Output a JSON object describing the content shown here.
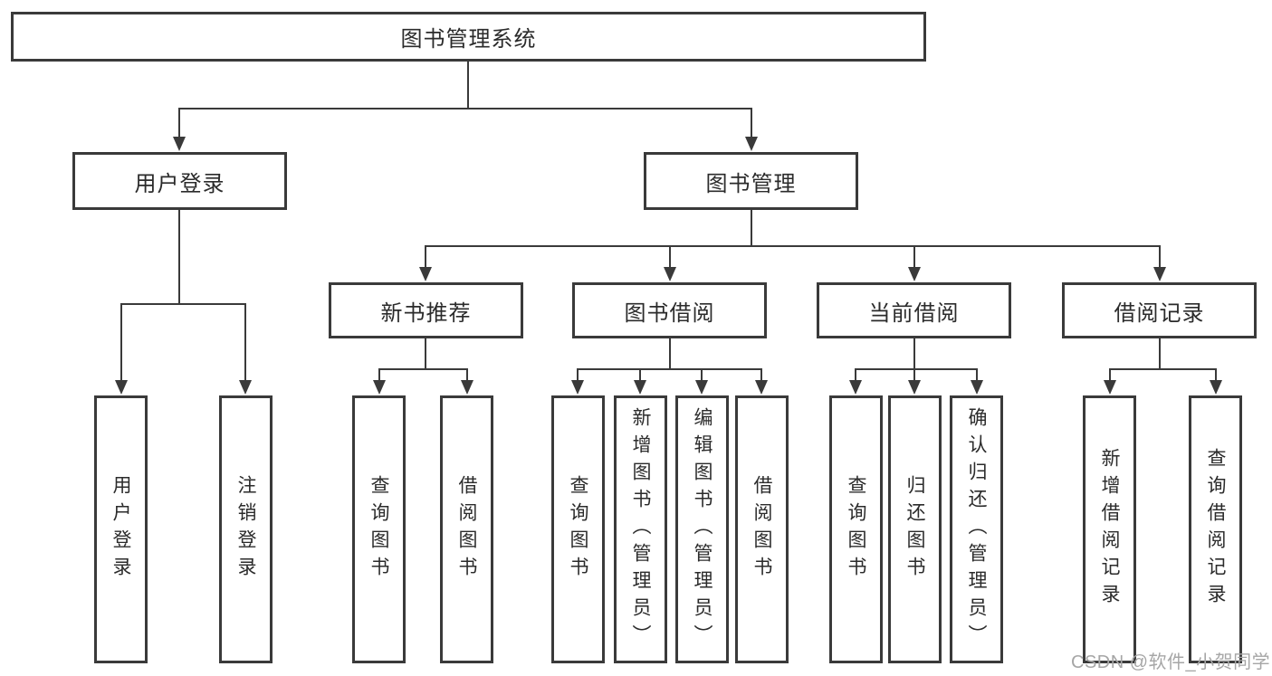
{
  "watermark": "CSDN @软件_小贺同学",
  "colors": {
    "box_border": "#3a3a3a",
    "connector_line": "#3a3a3a",
    "text": "#2b2b2b",
    "watermark_gray": "#a6a6a6",
    "background": "#ffffff"
  },
  "diagram": {
    "type": "hierarchy-tree",
    "root": {
      "label": "图书管理系统"
    },
    "branches": [
      {
        "label": "用户登录",
        "children": [
          {
            "label": "用户登录"
          },
          {
            "label": "注销登录"
          }
        ]
      },
      {
        "label": "图书管理",
        "children": [
          {
            "label": "新书推荐",
            "children": [
              {
                "label": "查询图书"
              },
              {
                "label": "借阅图书"
              }
            ]
          },
          {
            "label": "图书借阅",
            "children": [
              {
                "label": "查询图书"
              },
              {
                "label": "新增图书（管理员）"
              },
              {
                "label": "编辑图书（管理员）"
              },
              {
                "label": "借阅图书"
              }
            ]
          },
          {
            "label": "当前借阅",
            "children": [
              {
                "label": "查询图书"
              },
              {
                "label": "归还图书"
              },
              {
                "label": "确认归还（管理员）"
              }
            ]
          },
          {
            "label": "借阅记录",
            "children": [
              {
                "label": "新增借阅记录"
              },
              {
                "label": "查询借阅记录"
              }
            ]
          }
        ]
      }
    ]
  }
}
